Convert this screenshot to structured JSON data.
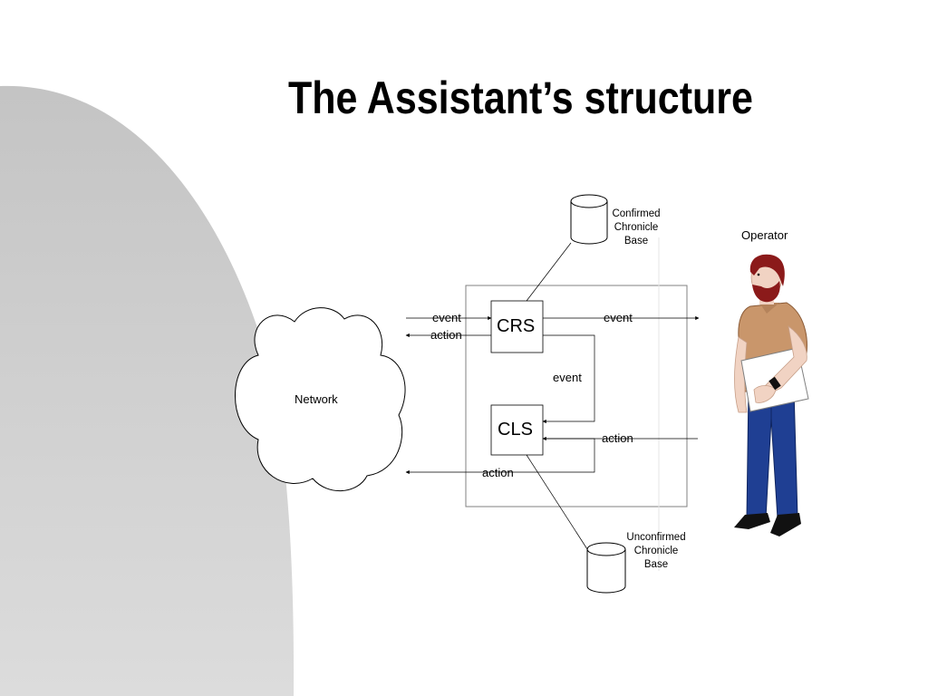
{
  "slide": {
    "title": "The Assistant’s structure"
  },
  "diagram": {
    "network_label": "Network",
    "crs_label": "CRS",
    "cls_label": "CLS",
    "operator_label": "Operator",
    "confirmed_base": [
      "Confirmed",
      "Chronicle",
      "Base"
    ],
    "unconfirmed_base": [
      "Unconfirmed",
      "Chronicle",
      "Base"
    ],
    "arrows": {
      "net_to_crs": "event",
      "crs_to_net": "action",
      "crs_to_operator": "event",
      "crs_to_cls": "event",
      "operator_to_cls": "action",
      "cls_to_net": "action"
    }
  },
  "colors": {
    "background_arc": "#d4d4d4",
    "line": "#000000",
    "frame": "#808080",
    "operator_shirt": "#c9966b",
    "operator_jeans": "#1f3f93",
    "operator_hair": "#8b1a1a"
  }
}
